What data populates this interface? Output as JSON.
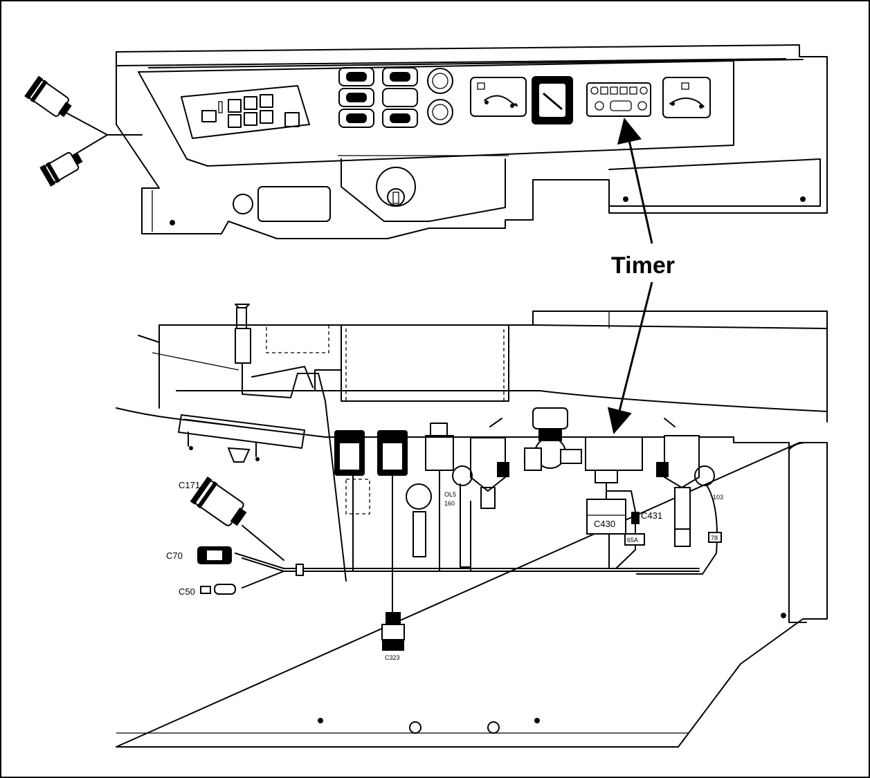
{
  "callout": {
    "label": "Timer"
  },
  "connectors": {
    "c171": "C171",
    "c70": "C70",
    "c50": "C50",
    "c323": "C323",
    "c430": "C430",
    "c431": "C431"
  },
  "wire_tags": {
    "w65a": "65A",
    "w78": "78",
    "w103": "103",
    "w160": "160",
    "oil": "OL5"
  }
}
